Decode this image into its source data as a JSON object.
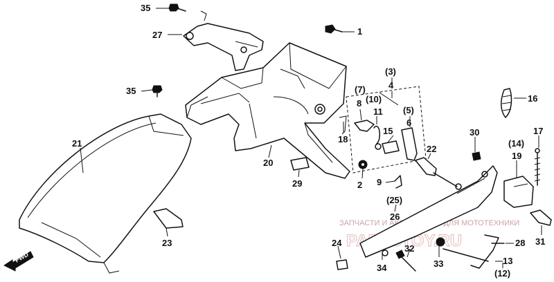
{
  "labels": {
    "p35a": "35",
    "p27": "27",
    "p1": "1",
    "p35b": "35",
    "p21": "21",
    "p20": "20",
    "p29": "29",
    "p2": "2",
    "p3": "(3)",
    "p4": "4",
    "p7": "(7)",
    "p10": "(10)",
    "p5": "(5)",
    "p8": "8",
    "p11": "11",
    "p6": "6",
    "p15": "15",
    "p18": "18",
    "p9": "9",
    "p25": "(25)",
    "p26": "26",
    "p22": "22",
    "p30": "30",
    "p16": "16",
    "p14": "(14)",
    "p19": "19",
    "p17": "17",
    "p31": "31",
    "p23": "23",
    "p24": "24",
    "p32": "32",
    "p34": "34",
    "p33": "33",
    "p28": "28",
    "p13": "13",
    "p12": "(12)"
  },
  "fwd": "FWD",
  "watermark": {
    "text": "ЗАПЧАСТИ И АКСЕССУАРЫ ДЛЯ МОТОТЕХНИКИ",
    "logo": "PARTSTOY.RU"
  }
}
